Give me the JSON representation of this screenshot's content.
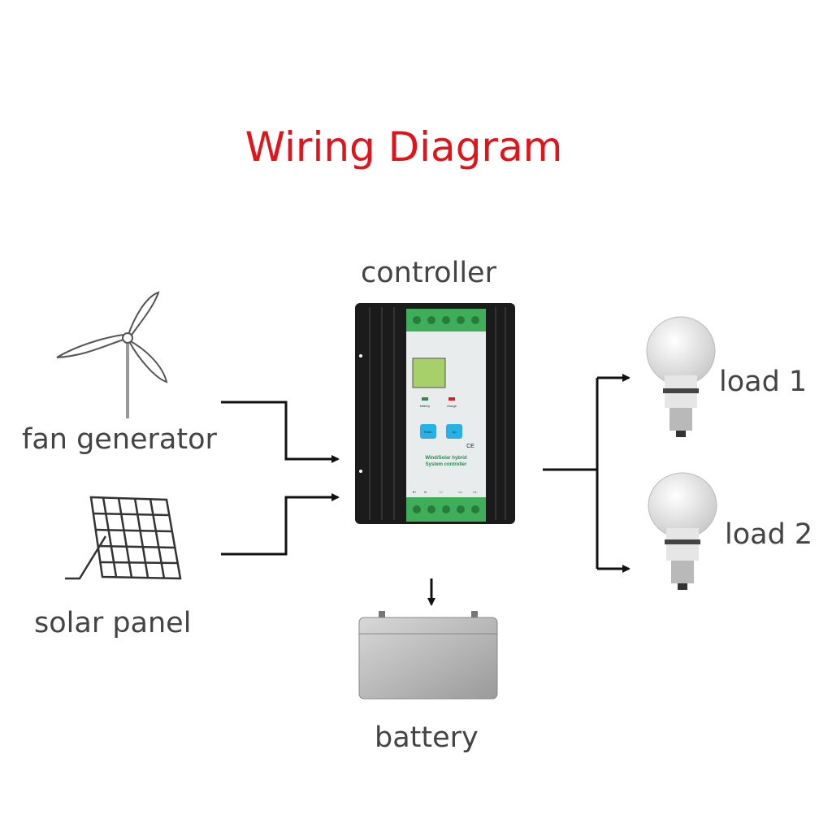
{
  "title": "Wiring Diagram",
  "colors": {
    "title": "#e0141a",
    "label": "#444444",
    "wire": "#111111",
    "terminal": "#3fae5a",
    "panel": "#e8ecec",
    "lcd": "#a8d06a",
    "button": "#2ab0e8"
  },
  "components": {
    "controller": {
      "label": "controller",
      "front": {
        "led_battery": "battery",
        "led_charge": "charge",
        "button_enter": "Enter",
        "button_up": "Up",
        "mark": "CE",
        "product_line1": "Wind/Solar hybrid",
        "product_line2": "System controller",
        "terminals": [
          "B+",
          "B-",
          "L+",
          "L1-",
          "L2-"
        ]
      }
    },
    "fan_generator": {
      "label": "fan generator"
    },
    "solar_panel": {
      "label": "solar panel"
    },
    "battery": {
      "label": "battery"
    },
    "load1": {
      "label": "load 1"
    },
    "load2": {
      "label": "load 2"
    }
  }
}
